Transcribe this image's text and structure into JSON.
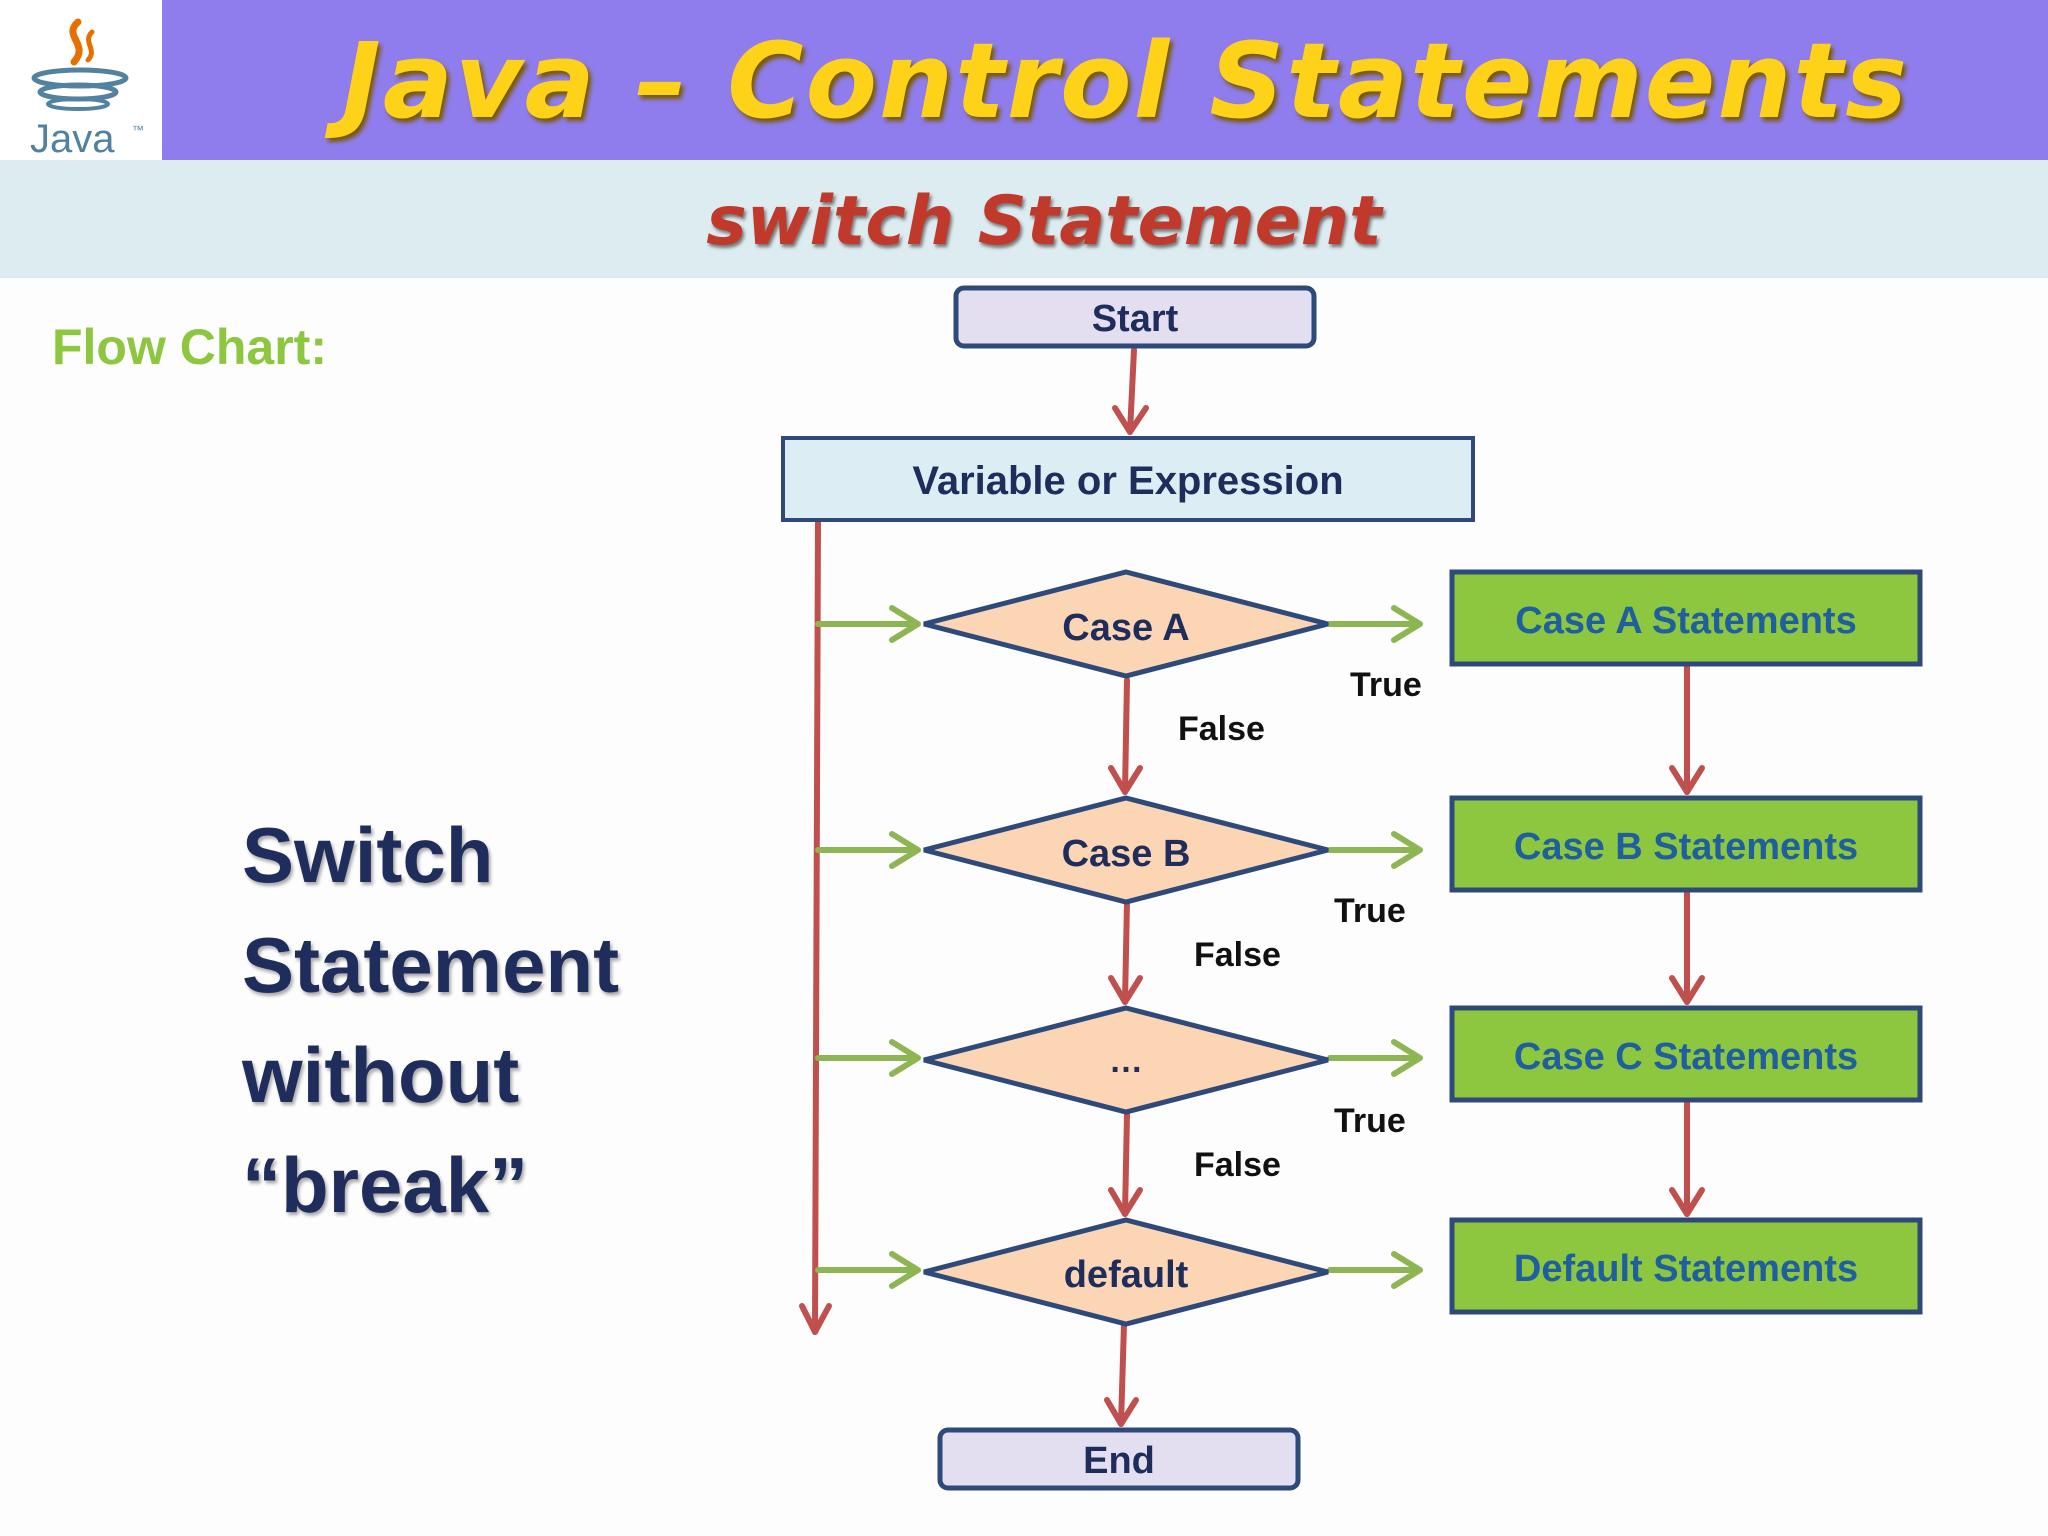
{
  "header": {
    "title": "Java – Control Statements",
    "subtitle": "switch Statement",
    "logo_text": "Java",
    "logo_tm": "™"
  },
  "section_label": "Flow Chart:",
  "caption": {
    "lines": [
      "Switch",
      "Statement",
      "without",
      "“break”"
    ]
  },
  "nodes": {
    "start": "Start",
    "expression": "Variable or Expression",
    "case_a": "Case A",
    "case_b": "Case B",
    "case_dots": "…",
    "default": "default",
    "end": "End",
    "stmt_a": "Case A Statements",
    "stmt_b": "Case B Statements",
    "stmt_c": "Case C Statements",
    "stmt_default": "Default Statements"
  },
  "edge_labels": {
    "true": "True",
    "false": "False"
  },
  "colors": {
    "title_band": "#8f7ded",
    "title_text": "#ffd21a",
    "subtitle_band": "#dcecf1",
    "subtitle_text": "#c0392b",
    "section_label": "#8dc63f",
    "decision_fill": "#fcd5b4",
    "statement_fill": "#8dc63f",
    "statement_text": "#1f5fa0",
    "node_border": "#2e4a7a",
    "terminal_fill": "#e4dff0",
    "expression_fill": "#dceef4",
    "arrow_red": "#c0504d",
    "arrow_green": "#8db552"
  }
}
